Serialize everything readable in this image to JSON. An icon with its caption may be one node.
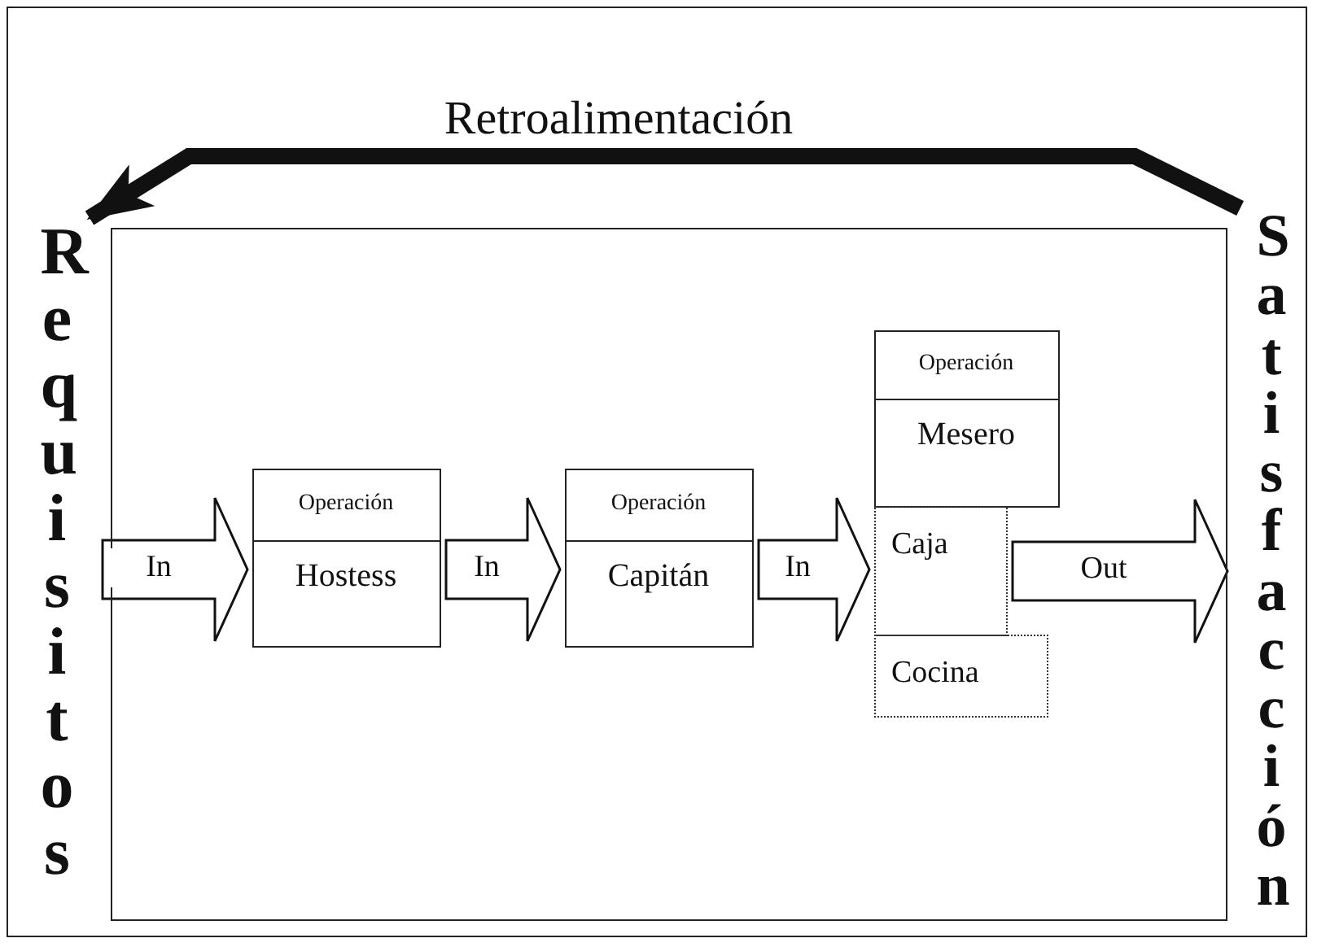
{
  "diagram": {
    "nodes": [
      {
        "text": [
          "Requisitos"
        ]
      },
      {
        "text": [],
        "shape": "box"
      },
      {
        "text": [
          "Operación",
          "Hostess"
        ],
        "in": 1
      },
      {
        "text": [
          "Operación",
          "Capitán"
        ],
        "in": 1
      },
      {
        "text": [
          "Operación",
          "Mesero"
        ],
        "in": 1
      },
      {
        "text": [
          "Caja"
        ],
        "in": 1
      },
      {
        "text": [
          "Cocina"
        ],
        "in": 1
      },
      {
        "text": [
          "Satisfacción"
        ]
      }
    ],
    "edges": [
      {
        "from": 7,
        "to": 0,
        "arrow": "to",
        "label": "Retroalimentación"
      },
      {
        "from": 0,
        "to": 2,
        "arrow": "to",
        "label": "In"
      },
      {
        "from": 2,
        "to": 3,
        "arrow": "to",
        "label": "In"
      },
      {
        "from": 3,
        "to": 5,
        "arrow": "to",
        "label": "In"
      },
      {
        "from": 5,
        "to": 7,
        "arrow": "to",
        "label": "Out"
      }
    ]
  }
}
